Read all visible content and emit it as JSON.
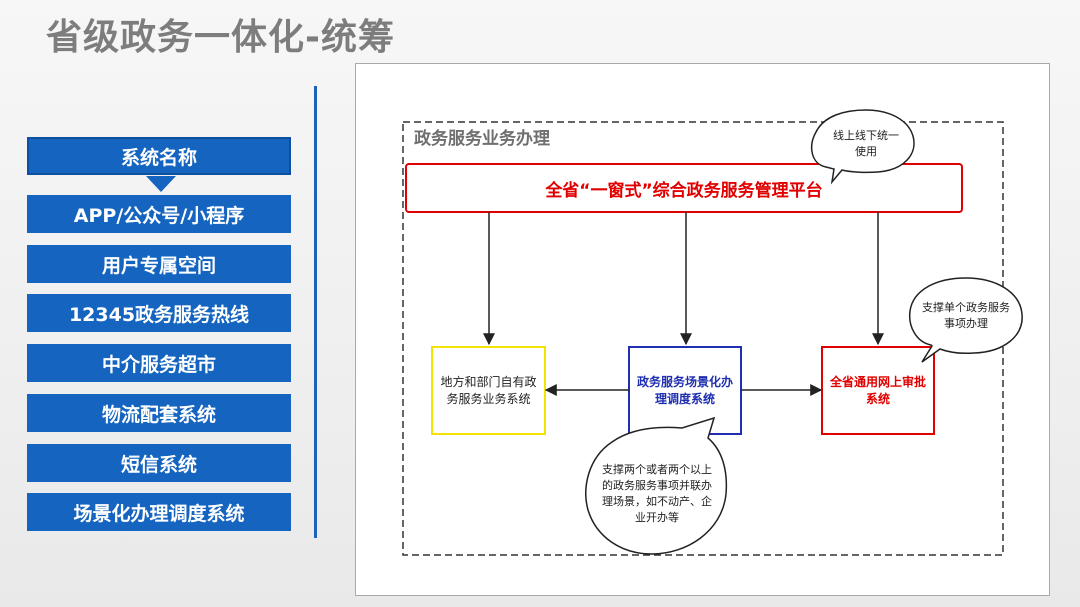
{
  "page": {
    "title": "省级政务一体化-统筹"
  },
  "sidebar": {
    "items": [
      {
        "label": "系统名称"
      },
      {
        "label": "APP/公众号/小程序"
      },
      {
        "label": "用户专属空间"
      },
      {
        "label": "12345政务服务热线"
      },
      {
        "label": "中介服务超市"
      },
      {
        "label": "物流配套系统"
      },
      {
        "label": "短信系统"
      },
      {
        "label": "场景化办理调度系统"
      }
    ]
  },
  "diagram": {
    "section_label": "政务服务业务办理",
    "platform": "全省“一窗式”综合政务服务管理平台",
    "boxes": {
      "left": "地方和部门自有政务服务业务系统",
      "center": "政务服务场景化办理调度系统",
      "right": "全省通用网上审批系统"
    },
    "bubbles": {
      "top": "线上线下统一使用",
      "right": "支撑单个政务服务事项办理",
      "bottom": "支撑两个或者两个以上的政务服务事项并联办理场景，如不动产、企业开办等"
    },
    "colors": {
      "platform": "#e10000",
      "left_box": "#f2e400",
      "center_box": "#1f2fb0",
      "right_box": "#e10000",
      "sidebar": "#1565c0"
    }
  }
}
